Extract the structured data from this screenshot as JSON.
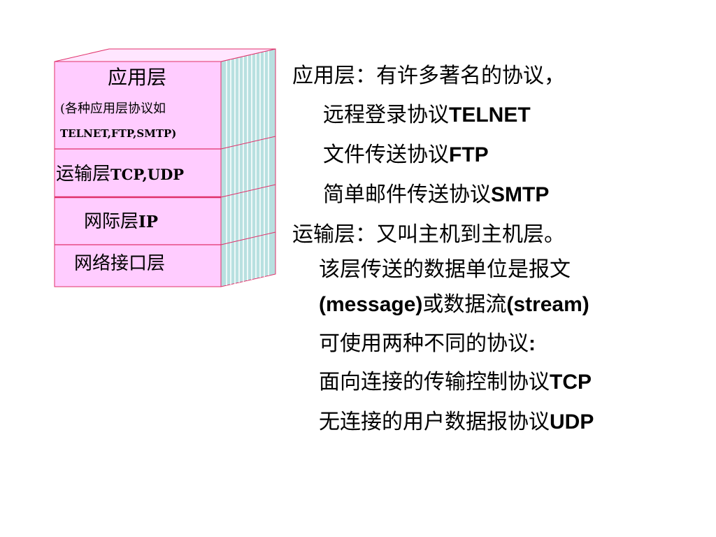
{
  "colors": {
    "front_fill": "#ffccff",
    "side_fill": "#b8e0e0",
    "top_fill": "#ffe6ff",
    "border": "#e0306a",
    "stripe": "#ffffff"
  },
  "stack": {
    "application": {
      "title": "应用层",
      "note_line1": "(各种应用层协议如",
      "note_line2": "TELNET,FTP,SMTP)"
    },
    "transport": {
      "title": "运输层",
      "protocols": "TCP,UDP"
    },
    "internet": {
      "title": "网际层",
      "protocol": "IP"
    },
    "network_interface": {
      "title": "网络接口层"
    }
  },
  "description": {
    "app_heading": "应用层：有许多著名的协议，",
    "telnet_prefix": "远程登录协议",
    "telnet_name": "TELNET",
    "ftp_prefix": "文件传送协议",
    "ftp_name": "FTP",
    "smtp_prefix": "简单邮件传送协议",
    "smtp_name": "SMTP",
    "transport_heading": "运输层：又叫主机到主机层。",
    "unit_line": "该层传送的数据单位是报文",
    "message_en": "(message)",
    "or_flow": "或数据流",
    "stream_en": "(stream)",
    "two_protocols_text": "可使用两种不同的协议",
    "two_protocols_colon": ":",
    "tcp_prefix": "面向连接的传输控制协议",
    "tcp_name": "TCP",
    "udp_prefix": "无连接的用户数据报协议",
    "udp_name": "UDP"
  }
}
